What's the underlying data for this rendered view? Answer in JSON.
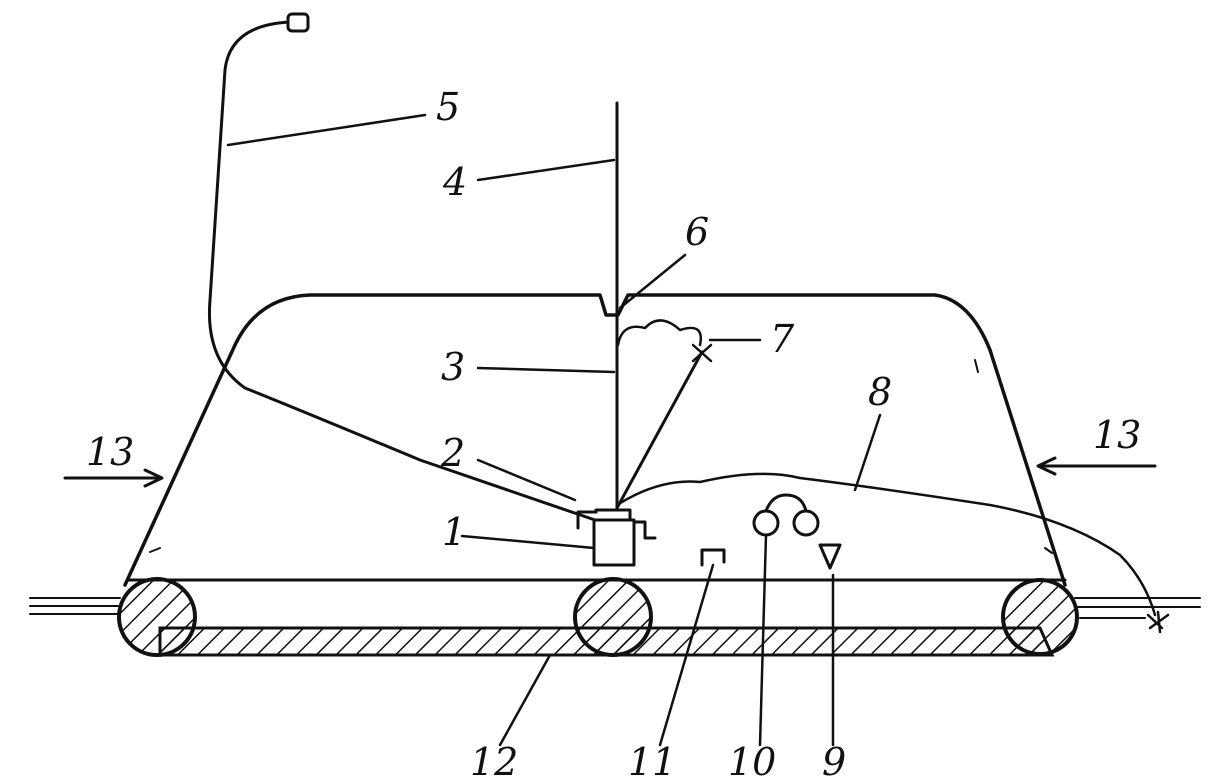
{
  "labels": {
    "l1": "1",
    "l2": "2",
    "l3": "3",
    "l4": "4",
    "l5": "5",
    "l6": "6",
    "l7": "7",
    "l8": "8",
    "l9": "9",
    "l10": "10",
    "l11": "11",
    "l12": "12",
    "l13_left": "13",
    "l13_right": "13"
  },
  "colors": {
    "ink": "#111111",
    "background": "#ffffff"
  }
}
